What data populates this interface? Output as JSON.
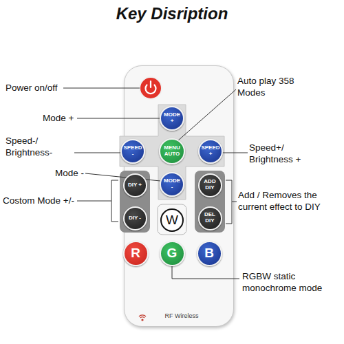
{
  "diagram": {
    "title": "Key Disription",
    "nodes": [
      {
        "text": [
          "RF Wireless"
        ]
      },
      {
        "text": [
          "MODE +"
        ],
        "in": 0
      },
      {
        "text": [
          "SPEED -"
        ],
        "in": 0
      },
      {
        "text": [
          "MENU AUTO"
        ],
        "in": 0
      },
      {
        "text": [
          "SPEED +"
        ],
        "in": 0
      },
      {
        "text": [
          "DIY +"
        ],
        "in": 0
      },
      {
        "text": [
          "MODE -"
        ],
        "in": 0
      },
      {
        "text": [
          "ADD DIY"
        ],
        "in": 0
      },
      {
        "text": [
          "DIY -"
        ],
        "in": 0
      },
      {
        "text": [
          "W"
        ],
        "in": 0
      },
      {
        "text": [
          "DEL DIY"
        ],
        "in": 0
      },
      {
        "text": [
          "R"
        ],
        "in": 0
      },
      {
        "text": [
          "G"
        ],
        "in": 0
      },
      {
        "text": [
          "B"
        ],
        "in": 0
      }
    ],
    "labels": [
      "Power on/off",
      "Mode +",
      "Auto play 358 Modes",
      "Speed-/ Brightness-",
      "Speed+/ Brightness +",
      "Mode -",
      "Costom Mode +/-",
      "Add / Removes the current effect to DIY",
      "RGBW static monochrome mode"
    ]
  }
}
